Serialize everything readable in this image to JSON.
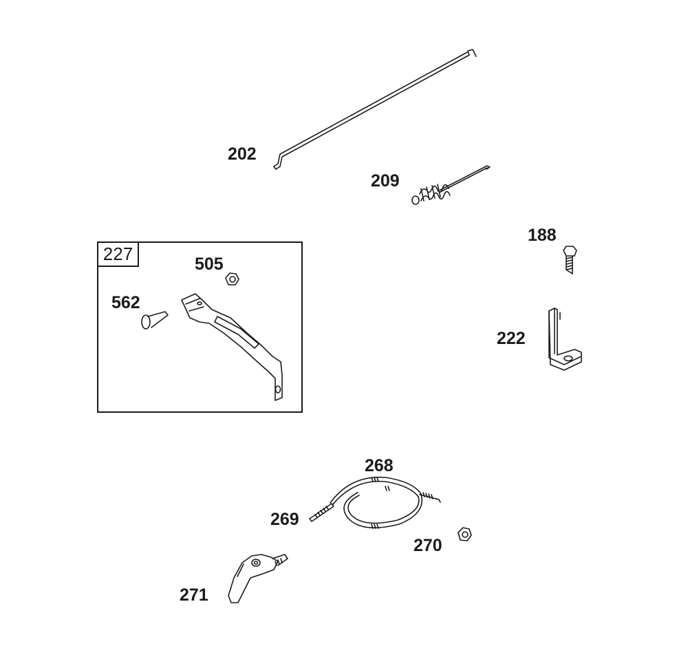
{
  "diagram": {
    "kit": {
      "number": "227"
    },
    "parts": {
      "p202": "202",
      "p209": "209",
      "p188": "188",
      "p505": "505",
      "p562": "562",
      "p222": "222",
      "p268": "268",
      "p269": "269",
      "p270": "270",
      "p271": "271"
    }
  },
  "colors": {
    "line": "#1a1a1a",
    "background": "#ffffff"
  }
}
